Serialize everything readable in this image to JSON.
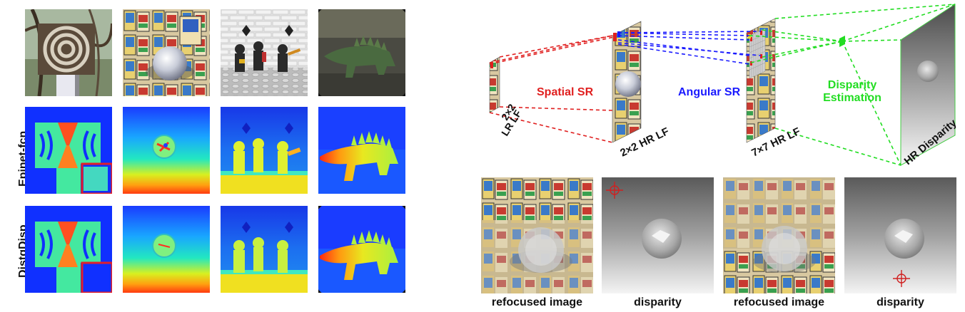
{
  "left_figure": {
    "row_labels": [
      "Epinet-fcn",
      "DistgDisp"
    ],
    "scenes": [
      "concentric-rings-box",
      "tarot-cards-crystal-ball",
      "lego-knights",
      "dinosaur"
    ]
  },
  "pipeline": {
    "stage1_label": "2×2",
    "stage1_label2": "LR LF",
    "step1_label": "Spatial SR",
    "stage2_label": "2×2 HR LF",
    "step2_label": "Angular SR",
    "stage3_label": "7×7 HR LF",
    "step3_label1": "Disparity",
    "step3_label2": "Estimation",
    "stage4_label": "HR Disparity",
    "colors": {
      "spatial": "#e02020",
      "angular": "#1a1aff",
      "disparity": "#22dd22"
    }
  },
  "bottom_right": {
    "captions": [
      "refocused image",
      "disparity",
      "refocused image",
      "disparity"
    ]
  },
  "colors": {
    "highlight_box": "#e0202a",
    "target_marker": "#d02020"
  }
}
